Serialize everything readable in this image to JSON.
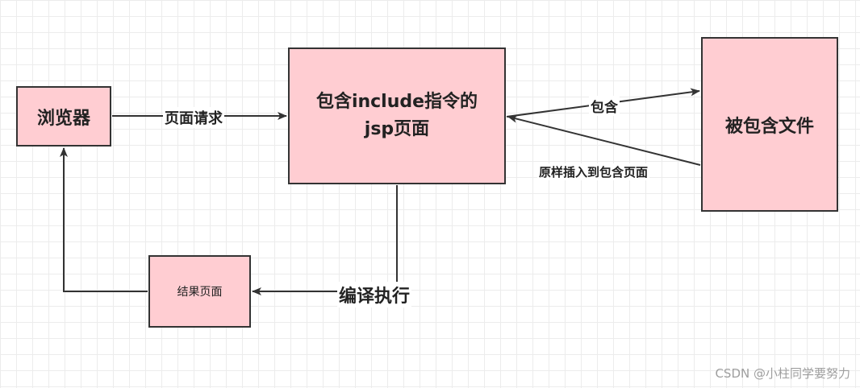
{
  "nodes": {
    "browser": "浏览器",
    "include_page_line1": "包含include指令的",
    "include_page_line2": "jsp页面",
    "included_file": "被包含文件",
    "result_page": "结果页面"
  },
  "edges": {
    "page_request": "页面请求",
    "include": "包含",
    "insert_into_page": "原样插入到包含页面",
    "compile_execute": "编译执行"
  },
  "watermark": "CSDN @小柱同学要努力",
  "colors": {
    "node_fill": "#ffcdd2",
    "node_border": "#333333",
    "edge": "#333333",
    "grid": "#ececec"
  }
}
